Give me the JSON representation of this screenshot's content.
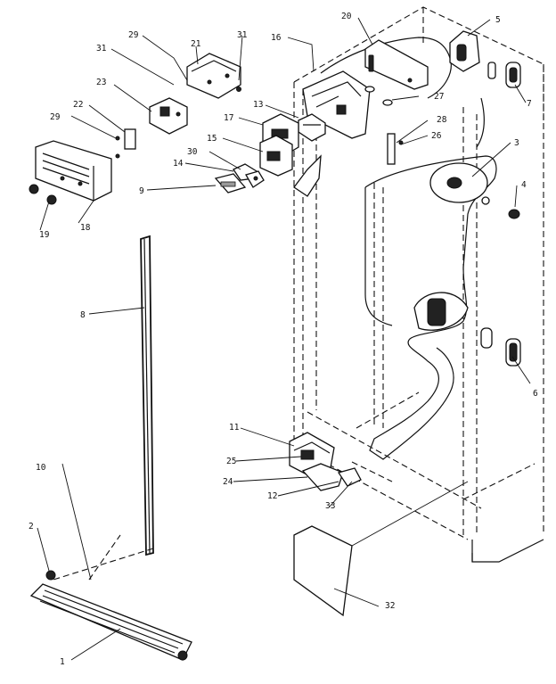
{
  "diagram": {
    "callouts": [
      {
        "id": "c20",
        "label": "20"
      },
      {
        "id": "c5",
        "label": "5"
      },
      {
        "id": "c16",
        "label": "16"
      },
      {
        "id": "c29a",
        "label": "29"
      },
      {
        "id": "c21",
        "label": "21"
      },
      {
        "id": "c31a",
        "label": "31"
      },
      {
        "id": "c31b",
        "label": "31"
      },
      {
        "id": "c23",
        "label": "23"
      },
      {
        "id": "c27",
        "label": "27"
      },
      {
        "id": "c7",
        "label": "7"
      },
      {
        "id": "c22",
        "label": "22"
      },
      {
        "id": "c13",
        "label": "13"
      },
      {
        "id": "c28",
        "label": "28"
      },
      {
        "id": "c29b",
        "label": "29"
      },
      {
        "id": "c17",
        "label": "17"
      },
      {
        "id": "c26",
        "label": "26"
      },
      {
        "id": "c15",
        "label": "15"
      },
      {
        "id": "c3",
        "label": "3"
      },
      {
        "id": "c30",
        "label": "30"
      },
      {
        "id": "c14",
        "label": "14"
      },
      {
        "id": "c4",
        "label": "4"
      },
      {
        "id": "c9",
        "label": "9"
      },
      {
        "id": "c19",
        "label": "19"
      },
      {
        "id": "c18",
        "label": "18"
      },
      {
        "id": "c8",
        "label": "8"
      },
      {
        "id": "c6",
        "label": "6"
      },
      {
        "id": "c11",
        "label": "11"
      },
      {
        "id": "c25",
        "label": "25"
      },
      {
        "id": "c24",
        "label": "24"
      },
      {
        "id": "c12",
        "label": "12"
      },
      {
        "id": "c33",
        "label": "33"
      },
      {
        "id": "c10",
        "label": "10"
      },
      {
        "id": "c2",
        "label": "2"
      },
      {
        "id": "c32",
        "label": "32"
      },
      {
        "id": "c1",
        "label": "1"
      }
    ]
  }
}
